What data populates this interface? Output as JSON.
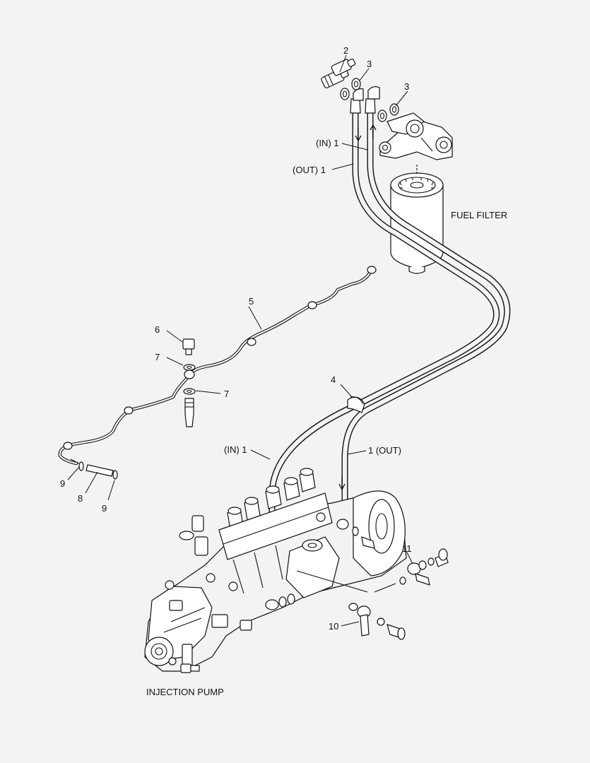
{
  "captions": {
    "fuel_filter": "FUEL FILTER",
    "injection_pump": "INJECTION PUMP"
  },
  "callouts": {
    "c2": "2",
    "c3a": "3",
    "c3b": "3",
    "c1_in_top": "(IN) 1",
    "c1_out_top": "(OUT) 1",
    "c5": "5",
    "c6": "6",
    "c7a": "7",
    "c7b": "7",
    "c4": "4",
    "c1_in_bottom": "(IN) 1",
    "c1_out_bottom": "1 (OUT)",
    "c9a": "9",
    "c8": "8",
    "c9b": "9",
    "c11": "11",
    "c10": "10"
  }
}
